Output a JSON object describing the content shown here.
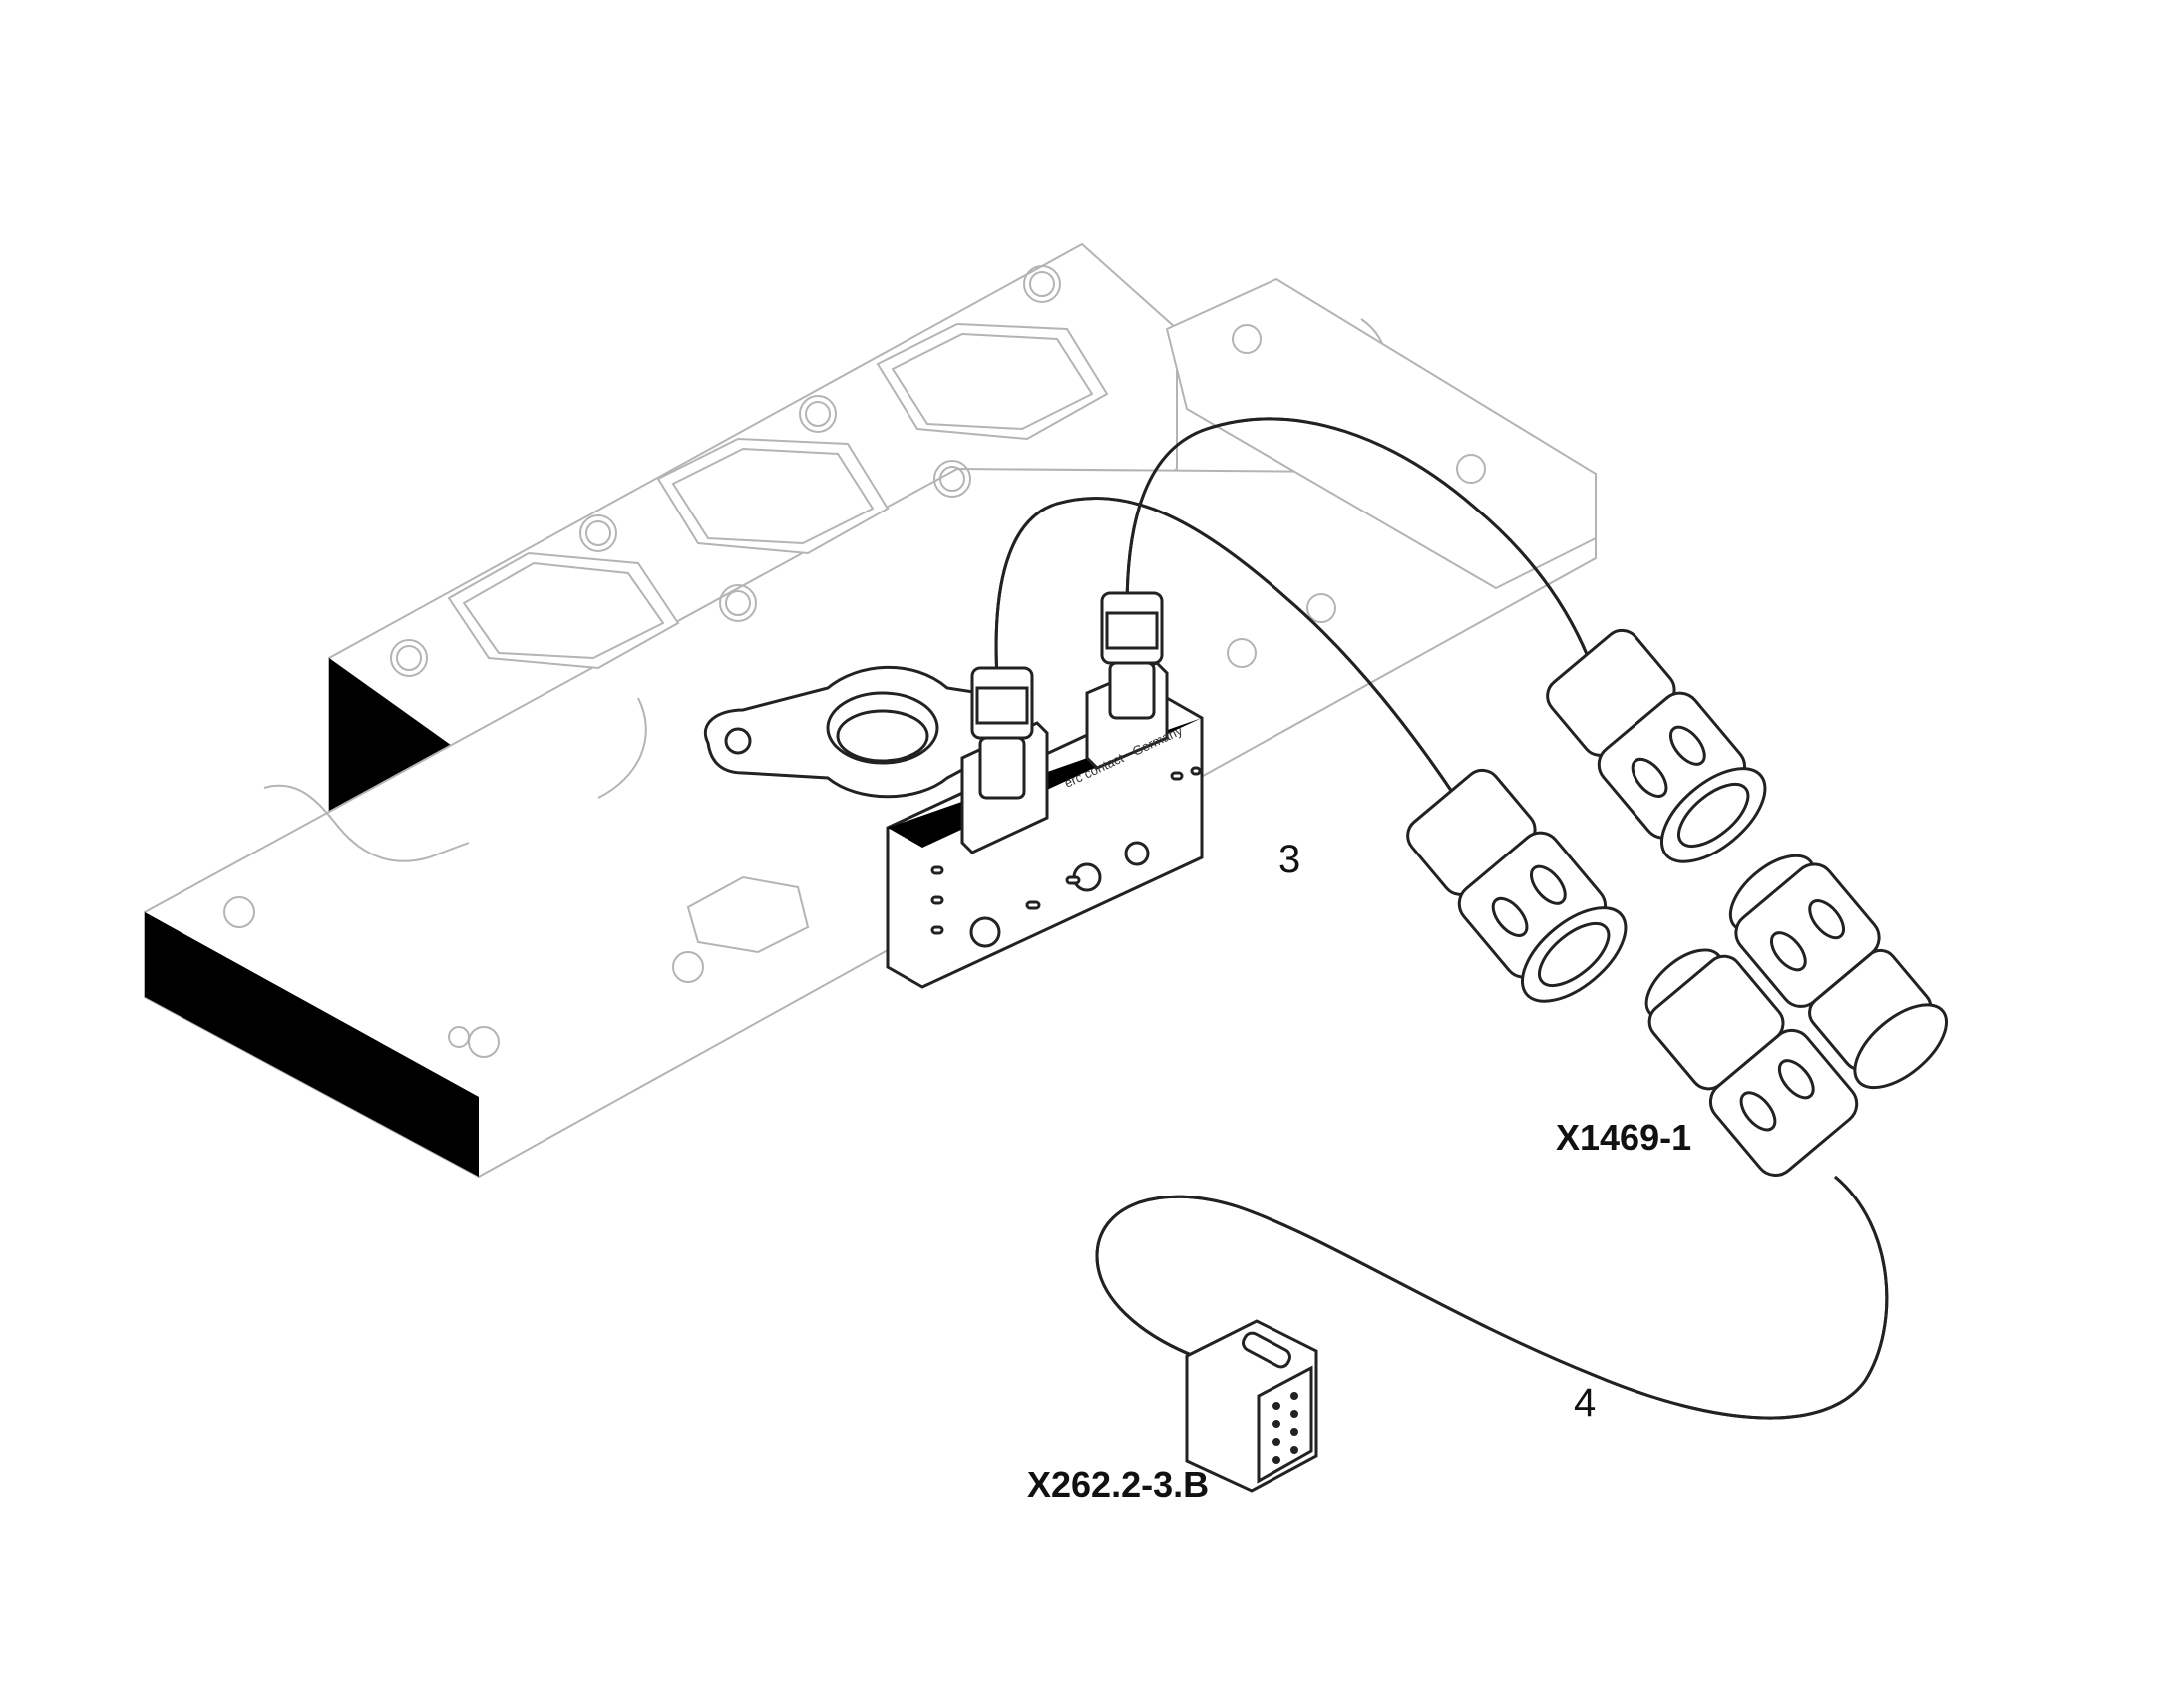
{
  "callouts": {
    "item_3": "3",
    "item_4": "4",
    "connector_x1469": "X1469-1",
    "connector_x262": "X262.2-3.B"
  },
  "bracket_print": "erc contact - Germany",
  "colors": {
    "background": "#ffffff",
    "engine_block_line": "#b4b4b4",
    "component_line": "#222222",
    "label_text": "#111111"
  }
}
